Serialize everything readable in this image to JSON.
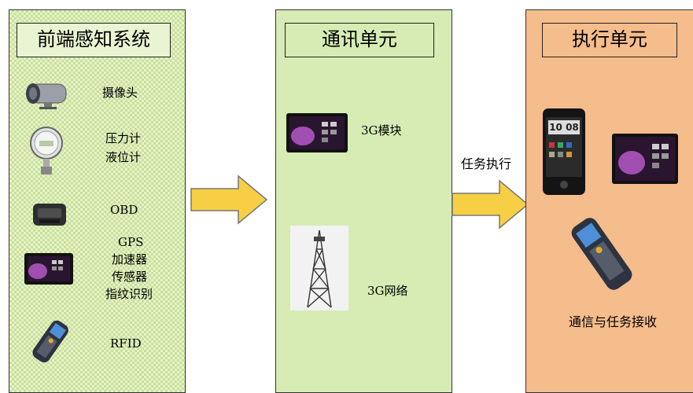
{
  "left_panel": {
    "title": "前端感知系统",
    "items": {
      "camera": "摄像头",
      "pressure": "压力计",
      "level": "液位计",
      "obd": "OBD",
      "gps": "GPS",
      "accel": "加速器",
      "sensor": "传感器",
      "fingerprint": "指纹识别",
      "rfid": "RFID"
    }
  },
  "mid_panel": {
    "title": "通讯单元",
    "module_label": "3G模块",
    "network_label": "3G网络"
  },
  "right_panel": {
    "title": "执行单元",
    "phone_clock": "10 08",
    "receive_label": "通信与任务接收"
  },
  "arrow_task_label": "任务执行",
  "colors": {
    "left_fill": "#e6f2c8",
    "mid_fill": "#d6ecb4",
    "right_fill": "#f5bc8c",
    "arrow_fill": "#f7cf45"
  }
}
